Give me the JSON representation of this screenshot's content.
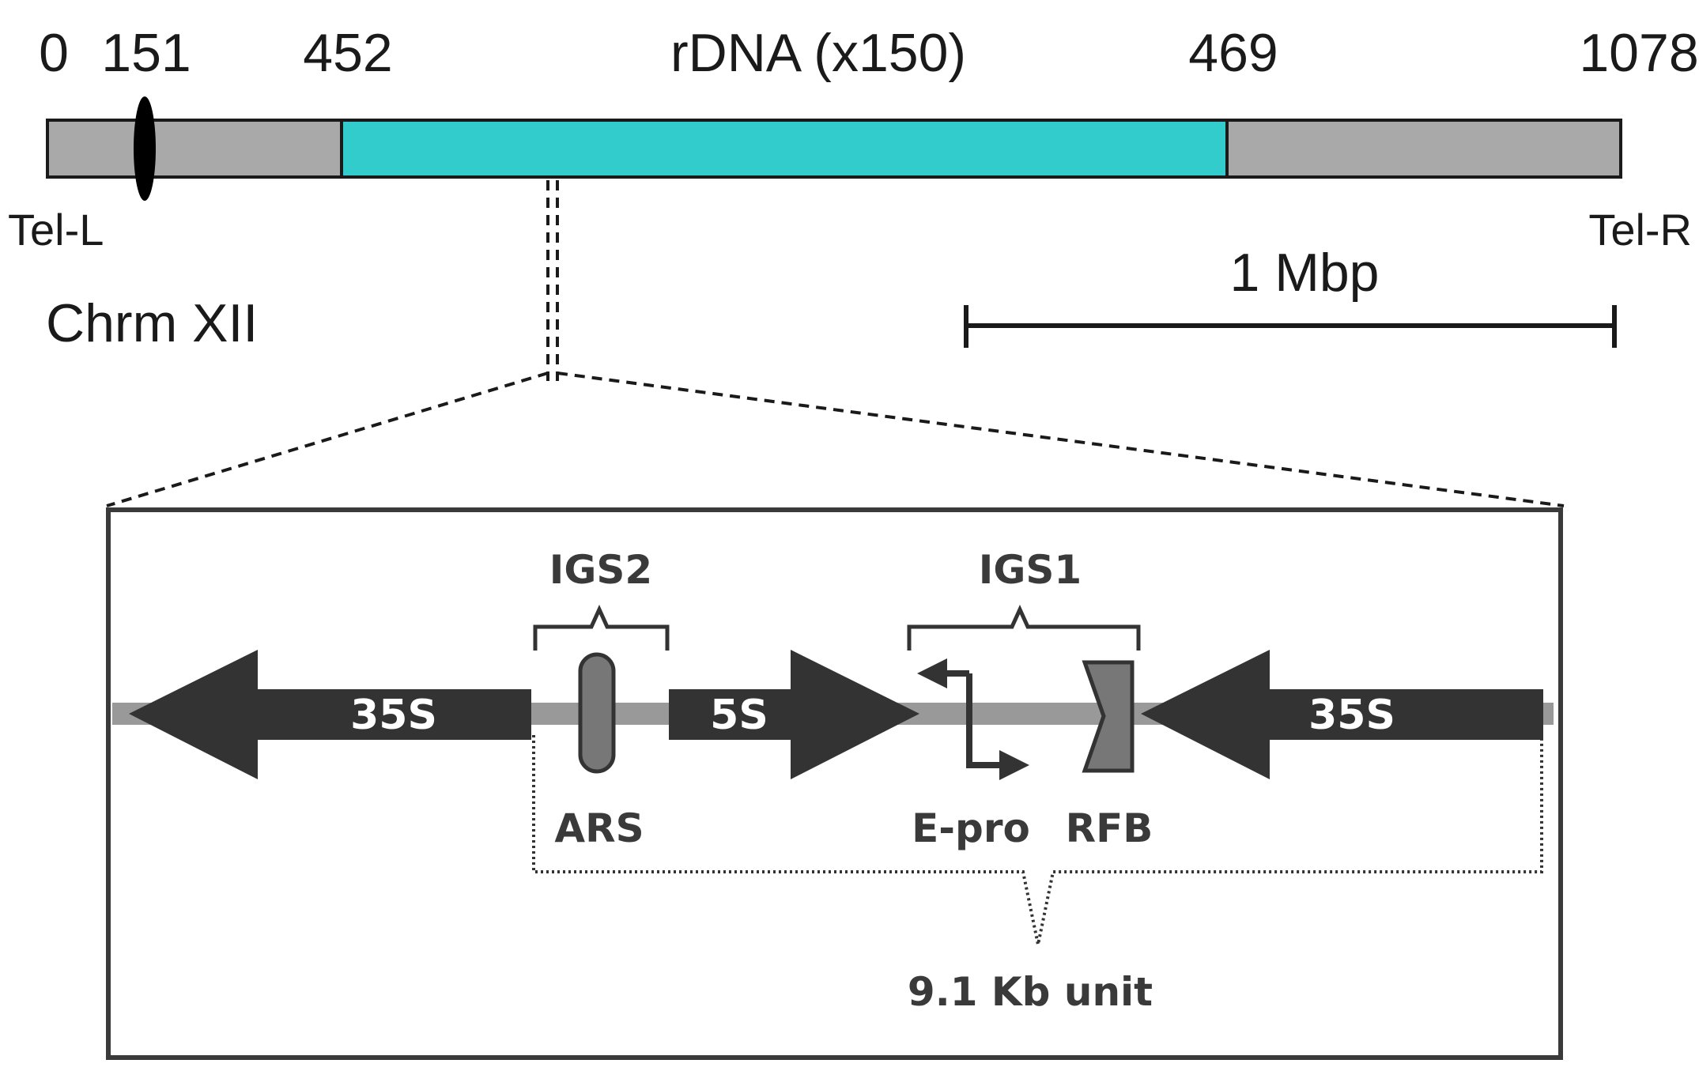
{
  "chromosome": {
    "positions": [
      "0",
      "151",
      "452",
      "469",
      "1078"
    ],
    "rdna_label": "rDNA (x150)",
    "tel_left": "Tel-L",
    "tel_right": "Tel-R",
    "name": "Chrm XII",
    "scale_bar_label": "1 Mbp"
  },
  "rdna_unit": {
    "igs2": "IGS2",
    "igs1": "IGS1",
    "arrow_35s_left": "35S",
    "arrow_5s": "5S",
    "arrow_35s_right": "35S",
    "ars": "ARS",
    "e_pro": "E-pro",
    "rfb": "RFB",
    "unit_size": "9.1 Kb unit"
  },
  "colors": {
    "chromosome_grey": "#a9a9a9",
    "rdna_cyan": "#33cccc",
    "arrow_dark": "#333333",
    "backbone_grey": "#999999",
    "feature_grey": "#777777"
  }
}
